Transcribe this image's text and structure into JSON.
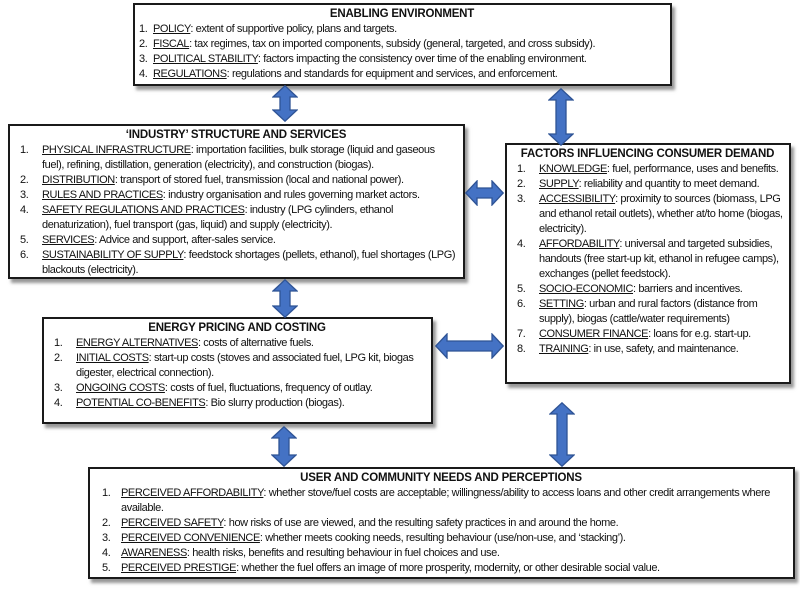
{
  "colors": {
    "arrow_fill": "#4472C4",
    "arrow_stroke": "#2E5395",
    "box_border": "#1A1A1A"
  },
  "boxes": {
    "enabling": {
      "title": "ENABLING ENVIRONMENT",
      "items": [
        {
          "key": "POLICY",
          "text": "extent of supportive policy, plans and targets."
        },
        {
          "key": "FISCAL",
          "text": "tax regimes, tax on imported components, subsidy (general, targeted, and cross subsidy)."
        },
        {
          "key": "POLITICAL STABILITY",
          "text": "factors impacting the consistency over time of the enabling environment."
        },
        {
          "key": "REGULATIONS",
          "text": "regulations and standards for equipment and services, and enforcement."
        }
      ]
    },
    "industry": {
      "title": "‘INDUSTRY’ STRUCTURE AND SERVICES",
      "items": [
        {
          "key": "PHYSICAL INFRASTRUCTURE",
          "text": "importation facilities, bulk storage (liquid and gaseous fuel), refining, distillation, generation (electricity), and construction (biogas)."
        },
        {
          "key": "DISTRIBUTION",
          "text": "transport of stored fuel, transmission (local and national power)."
        },
        {
          "key": "RULES AND PRACTICES",
          "text": "industry organisation and rules governing market actors."
        },
        {
          "key": "SAFETY REGULATIONS AND PRACTICES",
          "text": "industry (LPG cylinders, ethanol denaturization), fuel transport (gas, liquid) and supply (electricity)."
        },
        {
          "key": "SERVICES",
          "text": "Advice and support, after-sales service."
        },
        {
          "key": "SUSTAINABILITY OF SUPPLY",
          "text": "feedstock shortages (pellets, ethanol), fuel shortages (LPG) blackouts (electricity)."
        }
      ]
    },
    "factors": {
      "title": "FACTORS INFLUENCING CONSUMER DEMAND",
      "items": [
        {
          "key": "KNOWLEDGE",
          "text": "fuel, performance, uses and benefits."
        },
        {
          "key": "SUPPLY",
          "text": "reliability and quantity to meet demand."
        },
        {
          "key": "ACCESSIBILITY",
          "text": "proximity to sources (biomass, LPG and ethanol retail outlets), whether at/to home (biogas, electricity)."
        },
        {
          "key": "AFFORDABILITY",
          "text": "universal and targeted subsidies, handouts (free start-up kit, ethanol in refugee camps), exchanges (pellet feedstock)."
        },
        {
          "key": "SOCIO-ECONOMIC",
          "text": "barriers and incentives."
        },
        {
          "key": "SETTING",
          "text": "urban and rural factors (distance from supply), biogas (cattle/water requirements)"
        },
        {
          "key": "CONSUMER FINANCE",
          "text": "loans for e.g. start-up."
        },
        {
          "key": "TRAINING",
          "text": "in use, safety, and maintenance."
        }
      ]
    },
    "pricing": {
      "title": "ENERGY PRICING AND COSTING",
      "items": [
        {
          "key": "ENERGY ALTERNATIVES",
          "text": "costs of alternative fuels."
        },
        {
          "key": "INITIAL COSTS",
          "text": "start-up costs (stoves and associated fuel, LPG kit, biogas digester, electrical connection)."
        },
        {
          "key": "ONGOING COSTS",
          "text": "costs of fuel, fluctuations, frequency of outlay."
        },
        {
          "key": "POTENTIAL CO-BENEFITS",
          "text": "Bio slurry production (biogas)."
        }
      ]
    },
    "user": {
      "title": "USER AND COMMUNITY NEEDS AND PERCEPTIONS",
      "items": [
        {
          "key": "PERCEIVED AFFORDABILITY",
          "text": "whether stove/fuel costs are acceptable; willingness/ability to access loans and other credit arrangements where available."
        },
        {
          "key": "PERCEIVED SAFETY",
          "text": "how risks of use are viewed, and the resulting safety practices in and around the home."
        },
        {
          "key": "PERCEIVED CONVENIENCE",
          "text": "whether meets cooking needs, resulting behaviour (use/non-use, and ‘stacking’)."
        },
        {
          "key": "AWARENESS",
          "text": "health risks, benefits and resulting behaviour in fuel choices and use."
        },
        {
          "key": "PERCEIVED PRESTIGE",
          "text": "whether the fuel offers an image of more prosperity, modernity, or other desirable social value."
        }
      ]
    }
  }
}
